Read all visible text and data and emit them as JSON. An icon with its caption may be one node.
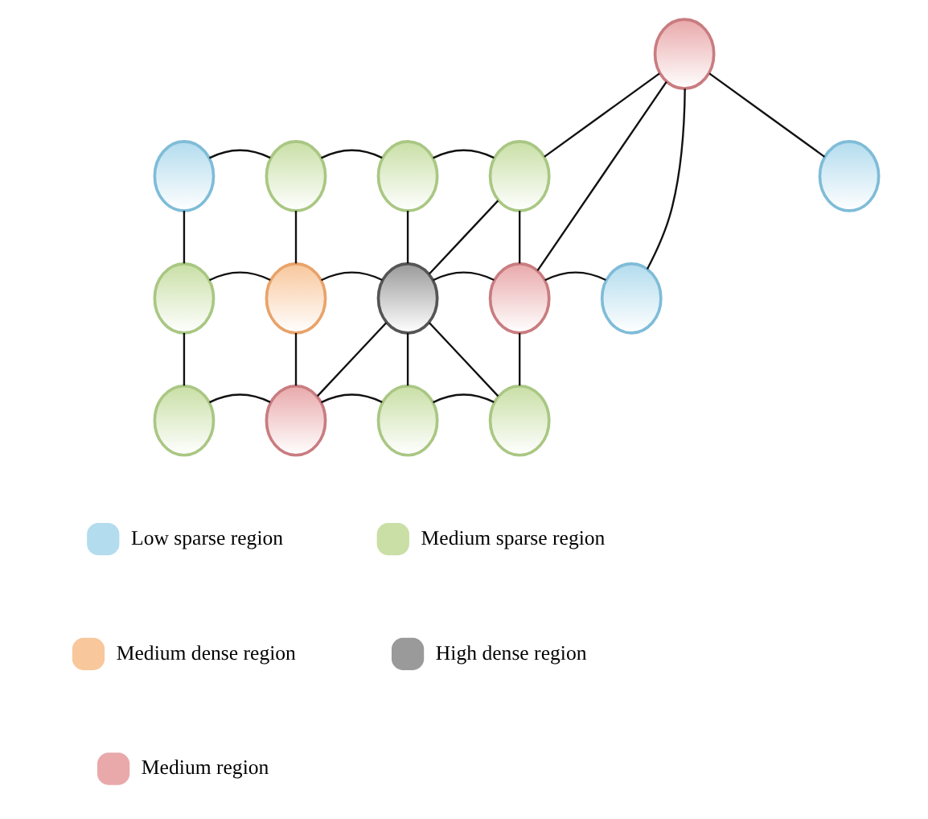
{
  "diagram": {
    "nodes": [
      {
        "text": [],
        "shape": "circle"
      },
      {
        "text": [],
        "shape": "circle"
      },
      {
        "text": [],
        "shape": "circle"
      },
      {
        "text": [],
        "shape": "circle"
      },
      {
        "text": [],
        "shape": "circle"
      },
      {
        "text": [],
        "shape": "circle"
      },
      {
        "text": [],
        "shape": "circle"
      },
      {
        "text": [],
        "shape": "circle"
      },
      {
        "text": [],
        "shape": "circle"
      },
      {
        "text": [],
        "shape": "circle"
      },
      {
        "text": [],
        "shape": "circle"
      },
      {
        "text": [],
        "shape": "circle"
      },
      {
        "text": [],
        "shape": "circle"
      },
      {
        "text": [],
        "shape": "circle"
      },
      {
        "text": [],
        "shape": "circle"
      }
    ],
    "edges": [
      {
        "from": 1,
        "to": 2,
        "arrow": "none"
      },
      {
        "from": 2,
        "to": 3,
        "arrow": "none"
      },
      {
        "from": 3,
        "to": 4,
        "arrow": "none"
      },
      {
        "from": 4,
        "to": 0,
        "arrow": "none"
      },
      {
        "from": 0,
        "to": 5,
        "arrow": "none"
      },
      {
        "from": 0,
        "to": 9,
        "arrow": "none"
      },
      {
        "from": 0,
        "to": 10,
        "arrow": "none"
      },
      {
        "from": 1,
        "to": 6,
        "arrow": "none"
      },
      {
        "from": 2,
        "to": 7,
        "arrow": "none"
      },
      {
        "from": 3,
        "to": 8,
        "arrow": "none"
      },
      {
        "from": 4,
        "to": 8,
        "arrow": "none"
      },
      {
        "from": 4,
        "to": 9,
        "arrow": "none"
      },
      {
        "from": 6,
        "to": 7,
        "arrow": "none"
      },
      {
        "from": 7,
        "to": 8,
        "arrow": "none"
      },
      {
        "from": 8,
        "to": 9,
        "arrow": "none"
      },
      {
        "from": 9,
        "to": 10,
        "arrow": "none"
      },
      {
        "from": 6,
        "to": 11,
        "arrow": "none"
      },
      {
        "from": 7,
        "to": 12,
        "arrow": "none"
      },
      {
        "from": 8,
        "to": 12,
        "arrow": "none"
      },
      {
        "from": 8,
        "to": 13,
        "arrow": "none"
      },
      {
        "from": 8,
        "to": 14,
        "arrow": "none"
      },
      {
        "from": 9,
        "to": 14,
        "arrow": "none"
      },
      {
        "from": 11,
        "to": 12,
        "arrow": "none"
      },
      {
        "from": 12,
        "to": 13,
        "arrow": "none"
      },
      {
        "from": 13,
        "to": 14,
        "arrow": "none"
      }
    ],
    "legend": [
      {
        "text": "Low sparse region",
        "color": "#b3dcee"
      },
      {
        "text": "Medium sparse region",
        "color": "#c9dfa6"
      },
      {
        "text": "Medium dense region",
        "color": "#f8c79c"
      },
      {
        "text": "High dense region",
        "color": "#9a9a9a"
      },
      {
        "text": "Medium region",
        "color": "#e9a9ab"
      }
    ]
  }
}
